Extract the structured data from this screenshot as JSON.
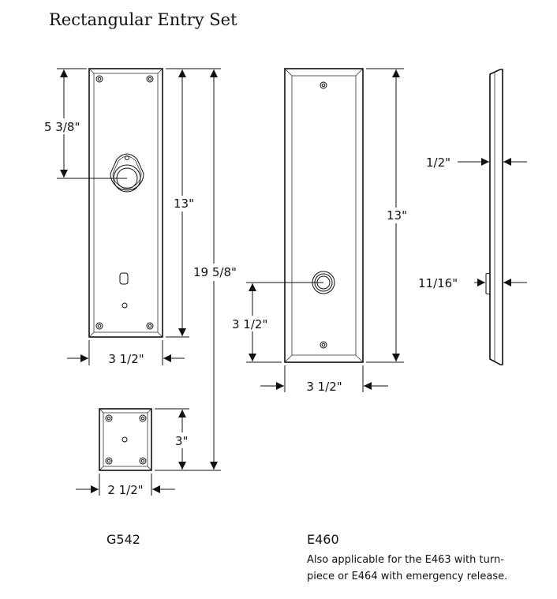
{
  "title": "Rectangular Entry Set",
  "g542": {
    "model": "G542",
    "dim_knob_height": "5 3/8\"",
    "dim_plate_height": "13\"",
    "dim_overall_height": "19 5/8\"",
    "dim_plate_width": "3 1/2\"",
    "dim_small_height": "3\"",
    "dim_small_width": "2 1/2\""
  },
  "e460": {
    "model": "E460",
    "dim_plate_height": "13\"",
    "dim_knob_height": "3 1/2\"",
    "dim_plate_width": "3 1/2\"",
    "note_line1": "Also applicable for the E463 with turn-",
    "note_line2": "piece or E464 with emergency release."
  },
  "side": {
    "dim_thickness": "1/2\"",
    "dim_projection": "11/16\""
  }
}
